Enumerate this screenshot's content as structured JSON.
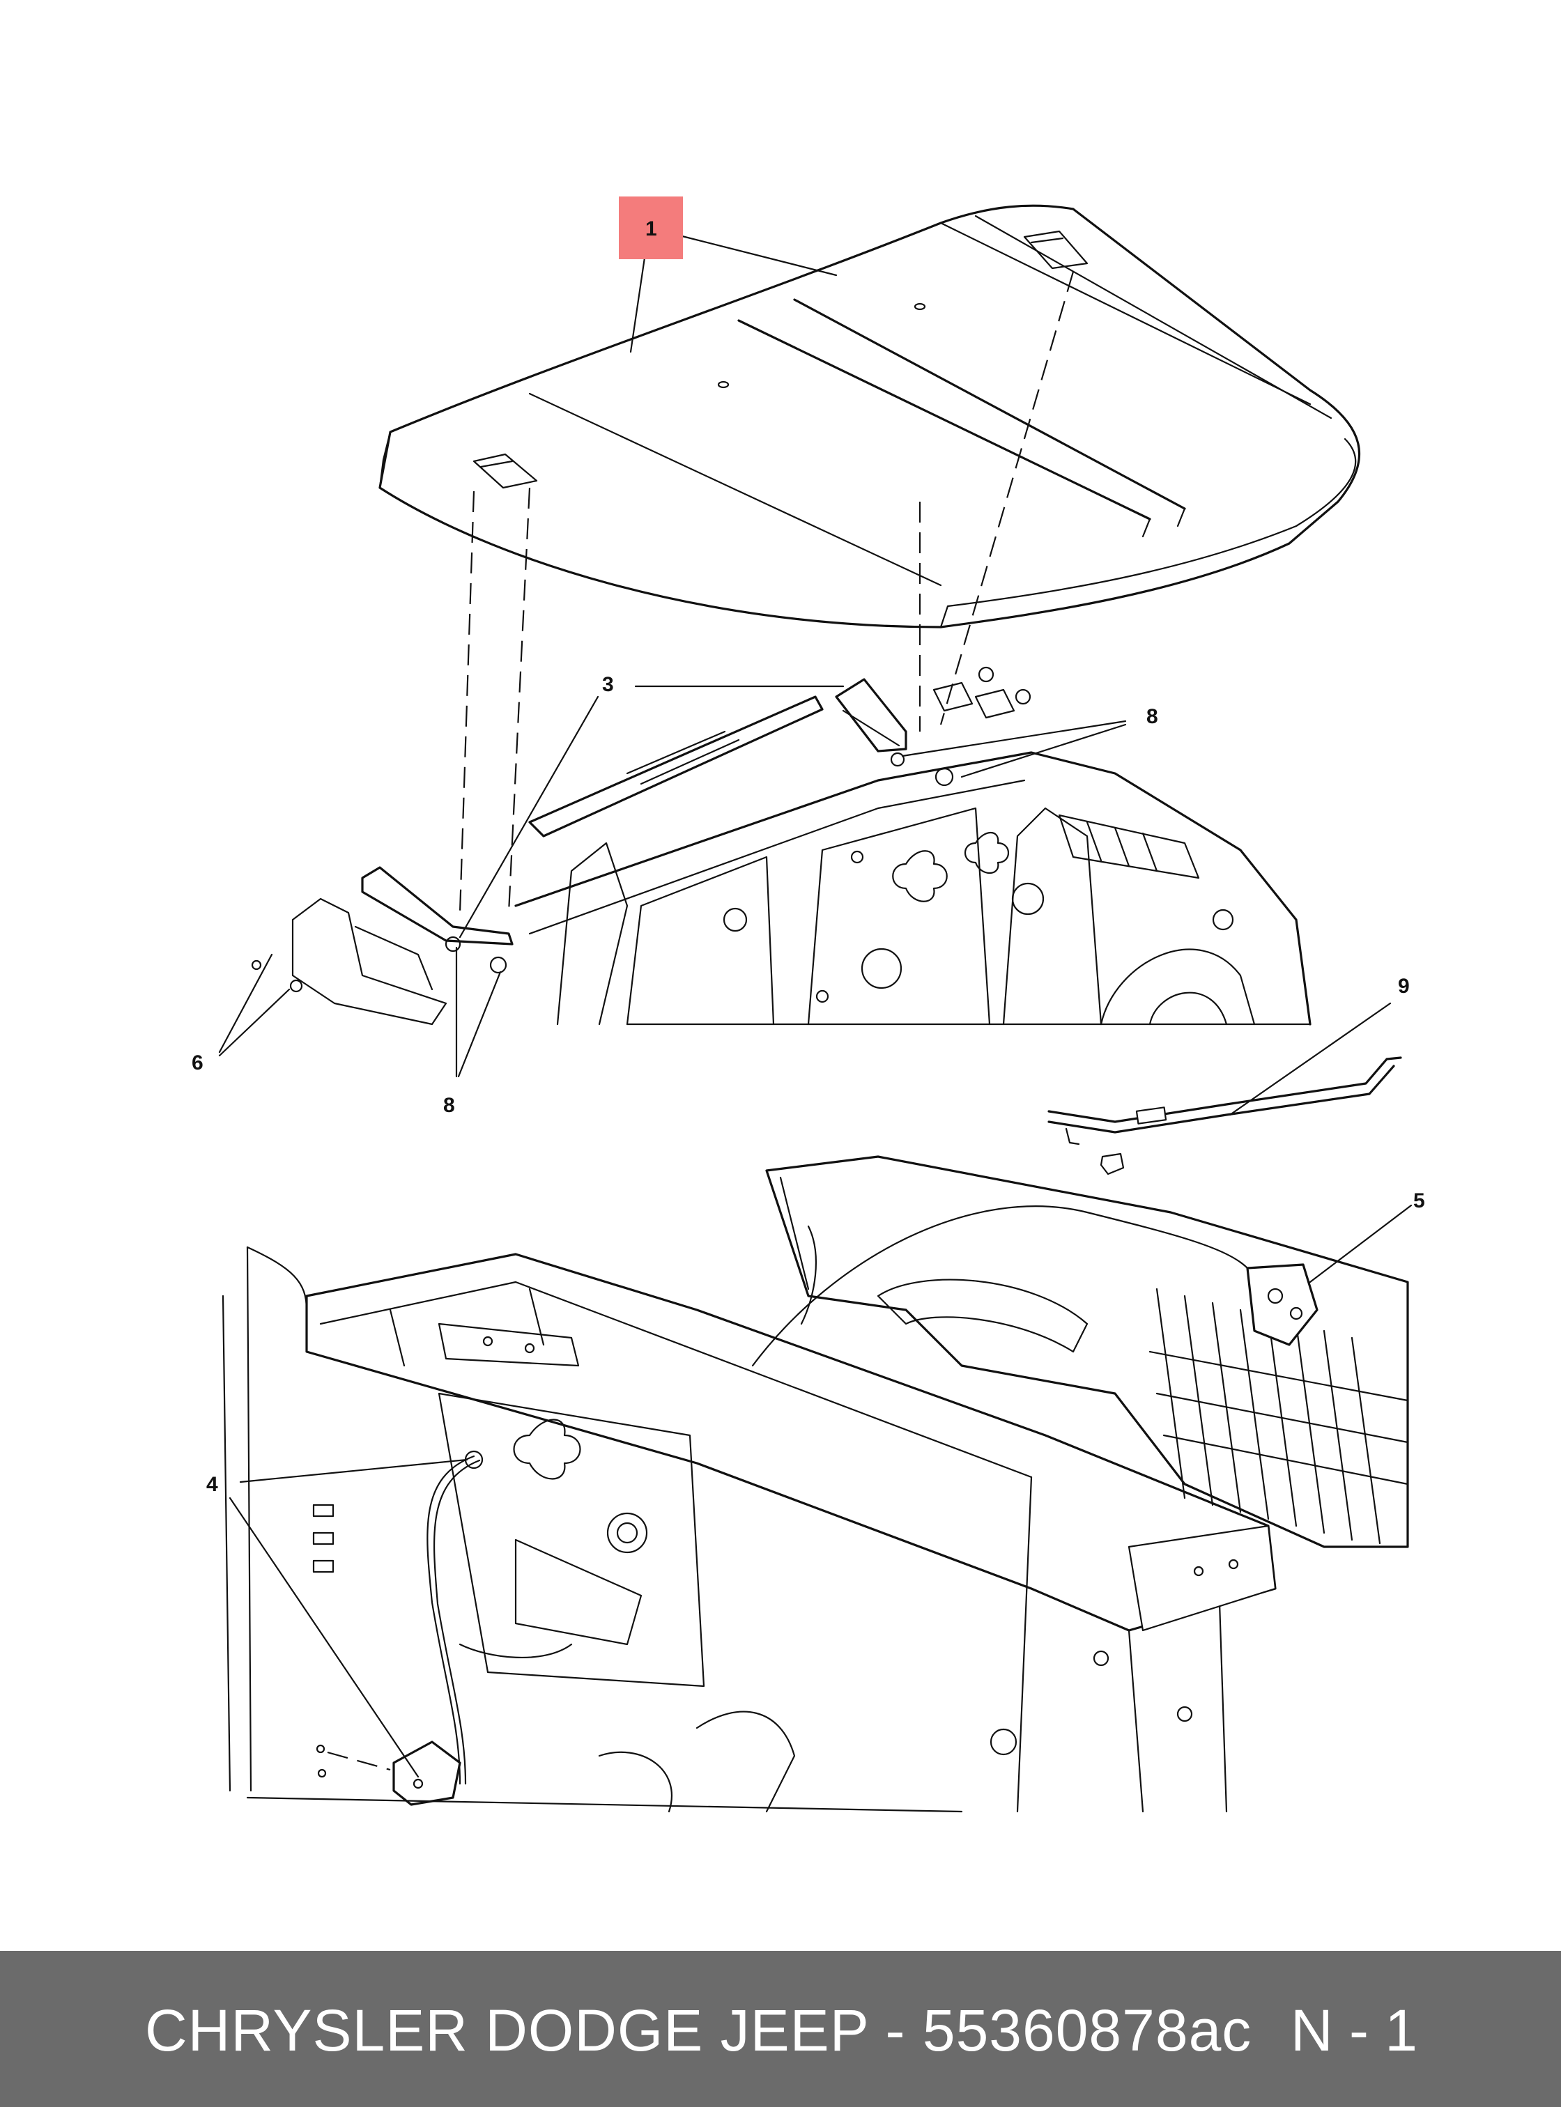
{
  "diagram": {
    "callouts": [
      {
        "id": "callout-1",
        "label": "1",
        "highlighted": true
      },
      {
        "id": "callout-3",
        "label": "3"
      },
      {
        "id": "callout-8-upper",
        "label": "8"
      },
      {
        "id": "callout-6",
        "label": "6"
      },
      {
        "id": "callout-8-lower",
        "label": "8"
      },
      {
        "id": "callout-9",
        "label": "9"
      },
      {
        "id": "callout-5",
        "label": "5"
      },
      {
        "id": "callout-4",
        "label": "4"
      }
    ],
    "highlight_color": "#f47c7c",
    "line_color": "#111111"
  },
  "footer": {
    "part_text": "CHRYSLER DODGE JEEP - 55360878ac",
    "page_label": "N - 1",
    "background": "#6b6b6b",
    "text_color": "#ffffff"
  }
}
